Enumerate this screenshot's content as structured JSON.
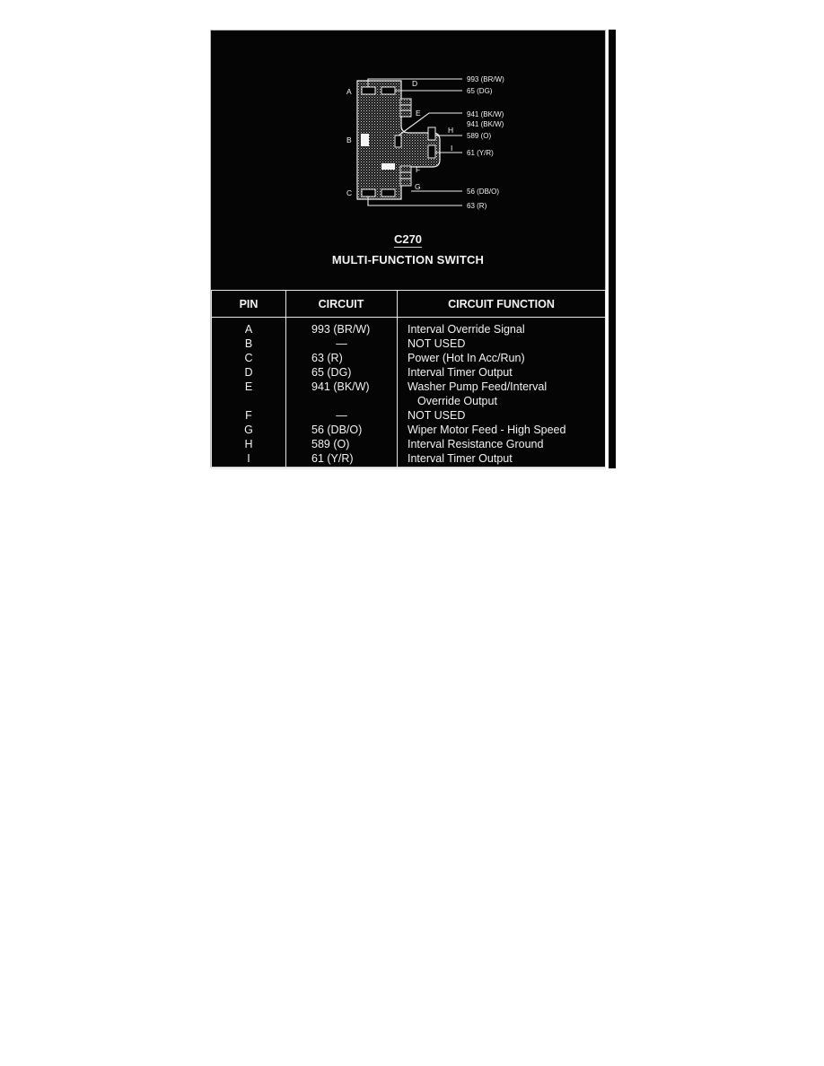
{
  "connector": {
    "id": "C270",
    "name": "MULTI-FUNCTION SWITCH",
    "cavity_labels": [
      "A",
      "B",
      "C",
      "D",
      "E",
      "F",
      "G",
      "H",
      "I"
    ],
    "wire_labels": [
      {
        "pin": "A",
        "text": "993 (BR/W)"
      },
      {
        "pin": "D",
        "text": "65 (DG)"
      },
      {
        "pin": "E",
        "text": "941 (BK/W)"
      },
      {
        "pin": "E2",
        "text": "941 (BK/W)"
      },
      {
        "pin": "H",
        "text": "589 (O)"
      },
      {
        "pin": "I",
        "text": "61 (Y/R)"
      },
      {
        "pin": "G",
        "text": "56 (DB/O)"
      },
      {
        "pin": "C",
        "text": "63 (R)"
      }
    ]
  },
  "table": {
    "headers": [
      "PIN",
      "CIRCUIT",
      "CIRCUIT FUNCTION"
    ],
    "rows": [
      {
        "pin": "A",
        "circuit": "993 (BR/W)",
        "function": "Interval Override Signal"
      },
      {
        "pin": "B",
        "circuit": "—",
        "function": "NOT USED"
      },
      {
        "pin": "C",
        "circuit": "63 (R)",
        "function": "Power (Hot In Acc/Run)"
      },
      {
        "pin": "D",
        "circuit": "65 (DG)",
        "function": "Interval Timer Output"
      },
      {
        "pin": "E",
        "circuit": "941 (BK/W)",
        "function": "Washer Pump Feed/Interval"
      },
      {
        "pin": "",
        "circuit": "",
        "function": "Override Output"
      },
      {
        "pin": "F",
        "circuit": "—",
        "function": "NOT USED"
      },
      {
        "pin": "G",
        "circuit": "56 (DB/O)",
        "function": "Wiper Motor Feed - High Speed"
      },
      {
        "pin": "H",
        "circuit": "589 (O)",
        "function": "Interval Resistance Ground"
      },
      {
        "pin": "I",
        "circuit": "61 (Y/R)",
        "function": "Interval Timer Output"
      }
    ]
  },
  "colors": {
    "background": "#050505",
    "foreground": "#f2f2f2",
    "page": "#ffffff"
  }
}
